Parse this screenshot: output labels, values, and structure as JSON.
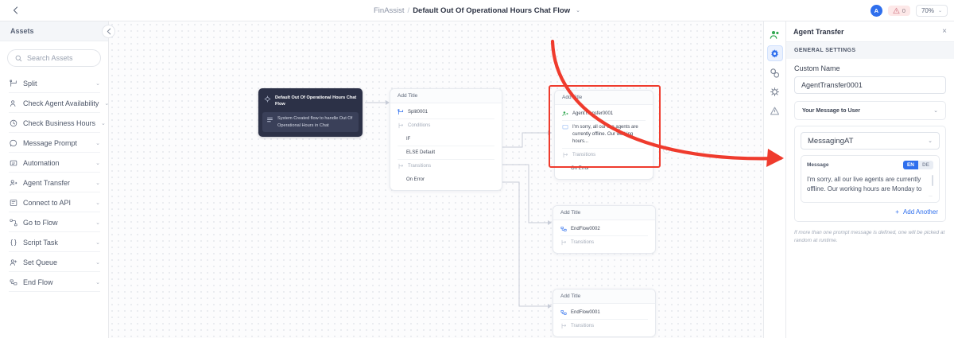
{
  "topbar": {
    "back_icon": "chevron-left-icon",
    "breadcrumb": {
      "root": "FinAssist",
      "separator": "/",
      "current": "Default Out Of Operational Hours Chat Flow",
      "chevron": "⌄"
    },
    "avatar_initial": "A",
    "warning_count": "0",
    "zoom_level": "70%",
    "zoom_chevron": "⌄"
  },
  "sidebar": {
    "title": "Assets",
    "collapse_icon": "chevron-left-icon",
    "search": {
      "placeholder": "Search Assets",
      "value": "",
      "icon": "search-icon"
    },
    "items": [
      {
        "label": "Split",
        "icon": "split-icon"
      },
      {
        "label": "Check Agent Availability",
        "icon": "agent-icon"
      },
      {
        "label": "Check Business Hours",
        "icon": "clock-icon"
      },
      {
        "label": "Message Prompt",
        "icon": "message-icon"
      },
      {
        "label": "Automation",
        "icon": "automation-icon"
      },
      {
        "label": "Agent Transfer",
        "icon": "agent-transfer-icon"
      },
      {
        "label": "Connect to API",
        "icon": "api-icon"
      },
      {
        "label": "Go to Flow",
        "icon": "goto-flow-icon"
      },
      {
        "label": "Script Task",
        "icon": "script-task-icon"
      },
      {
        "label": "Set Queue",
        "icon": "set-queue-icon"
      },
      {
        "label": "End Flow",
        "icon": "end-flow-icon"
      }
    ]
  },
  "canvas": {
    "start_node": {
      "title": "Default Out Of Operational Hours Chat Flow",
      "description": "System Created flow to handle Out Of Operational Hours in Chat",
      "icon": "flow-start-icon",
      "desc_icon": "description-icon"
    },
    "split_node": {
      "header": "Add Title",
      "name": "Split0001",
      "name_icon": "split-icon",
      "conditions_label": "Conditions",
      "conditions_icon": "branch-icon",
      "conditions": [
        "IF",
        "ELSE Default"
      ],
      "transitions_label": "Transitions",
      "transitions_icon": "branch-icon",
      "transitions": [
        "On Error"
      ]
    },
    "agent_transfer_node": {
      "header": "Add Title",
      "name": "AgentTransfer0001",
      "name_icon": "agent-transfer-icon",
      "message": "I'm sorry, all our live agents are currently offline. Our working hours...",
      "message_icon": "message-square-icon",
      "transitions_label": "Transitions",
      "transitions_icon": "branch-icon",
      "transitions": [
        "On Error"
      ],
      "highlight_color": "#ef3b2d"
    },
    "end_flow_nodes": [
      {
        "header": "Add Title",
        "name": "EndFlow0002",
        "name_icon": "end-flow-icon",
        "transitions_label": "Transitions",
        "transitions_icon": "branch-icon"
      },
      {
        "header": "Add Title",
        "name": "EndFlow0001",
        "name_icon": "end-flow-icon",
        "transitions_label": "Transitions",
        "transitions_icon": "branch-icon"
      }
    ],
    "plus_handle": "+",
    "annotation_arrow_color": "#ef3b2d"
  },
  "rail": {
    "items": [
      {
        "icon": "agent-transfer-node-icon",
        "active": false
      },
      {
        "icon": "gear-icon",
        "active": true
      },
      {
        "icon": "link-icon",
        "active": false
      },
      {
        "icon": "variables-icon",
        "active": false
      },
      {
        "icon": "warning-triangle-icon",
        "active": false
      }
    ]
  },
  "panel": {
    "title": "Agent Transfer",
    "close_icon": "×",
    "section_header": "GENERAL SETTINGS",
    "custom_name_label": "Custom Name",
    "custom_name_value": "AgentTransfer0001",
    "accordion": {
      "title": "Your Message to User",
      "chevron": "⌄"
    },
    "messaging_select": {
      "value": "MessagingAT",
      "chevron": "⌄"
    },
    "message": {
      "label": "Message",
      "lang_active": "EN",
      "lang_inactive": "DE",
      "text": "I'm sorry, all our live agents are currently offline. Our working hours are Monday to Friday from"
    },
    "add_another": {
      "plus": "+",
      "label": "Add Another"
    },
    "note": "If more than one prompt message is defined, one will be picked at random at runtime.",
    "accent_color": "#2f6fed"
  }
}
